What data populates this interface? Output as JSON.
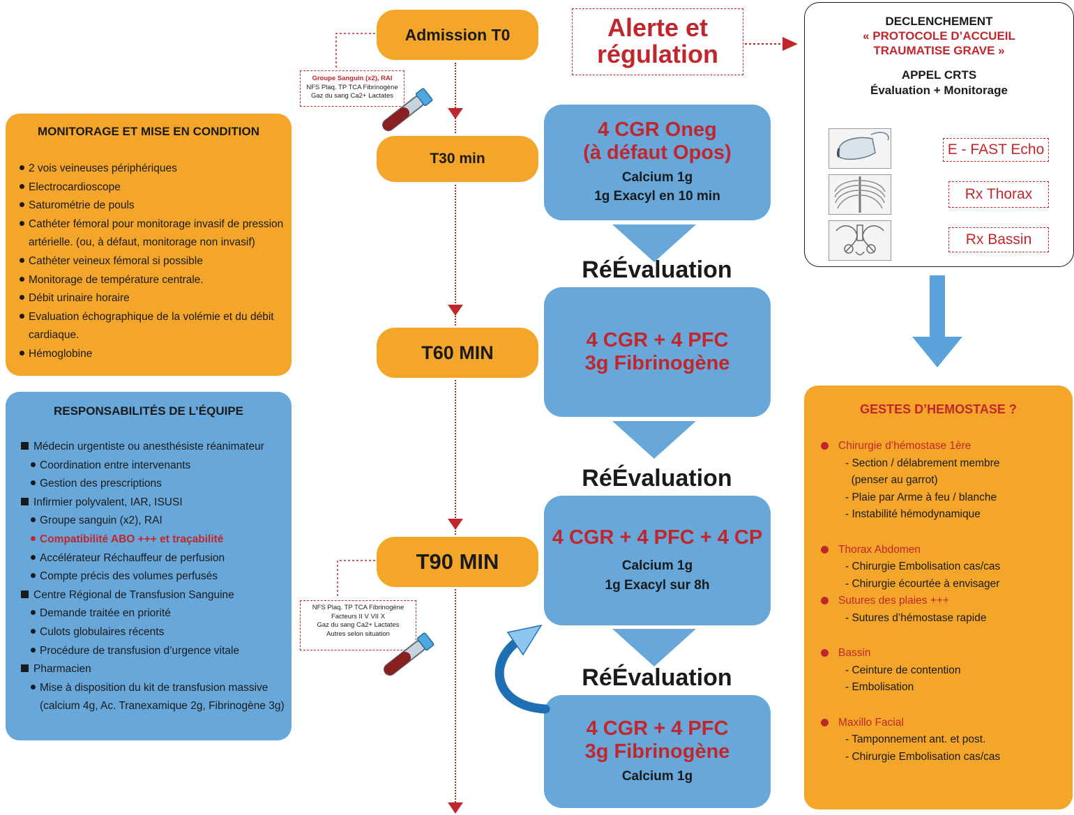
{
  "timeline": {
    "t0": "Admission T0",
    "t30": "T30 min",
    "t60": "T60 MIN",
    "t90": "T90 MIN"
  },
  "lab_notes": {
    "first": {
      "line1": "Groupe Sanguin (x2), RAI",
      "line2": "NFS Plaq. TP TCA Fibrinogène",
      "line3": "Gaz du sang Ca2+ Lactates"
    },
    "second": {
      "line1": "NFS Plaq. TP TCA Fibrinogène",
      "line2": "Facteurs II V VII X",
      "line3": "Gaz du sang Ca2+ Lactates",
      "line4": "Autres selon situation"
    }
  },
  "alert": {
    "line1": "Alerte et",
    "line2": "régulation"
  },
  "steps": [
    {
      "head1": "4 CGR Oneg",
      "head2": "(à défaut Opos)",
      "sub1": "Calcium 1g",
      "sub2": "1g Exacyl en 10 min"
    },
    {
      "head1": "4 CGR + 4 PFC",
      "head2": "3g Fibrinogène"
    },
    {
      "head1": "4 CGR + 4 PFC + 4 CP",
      "sub1": "Calcium 1g",
      "sub2": "1g Exacyl sur 8h"
    },
    {
      "head1": "4 CGR + 4 PFC",
      "head2": "3g Fibrinogène",
      "sub1": "Calcium 1g"
    }
  ],
  "reevaluation": "RéÉvaluation",
  "protocol": {
    "line1": "DECLENCHEMENT",
    "line2": "« PROTOCOLE D’ACCUEIL",
    "line3": "TRAUMATISE GRAVE »",
    "line4": "APPEL CRTS",
    "line5": "Évaluation + Monitorage",
    "exams": [
      "E - FAST Echo",
      "Rx Thorax",
      "Rx Bassin"
    ]
  },
  "monitoring": {
    "title": "MONITORAGE ET MISE EN CONDITION",
    "items": [
      "2 vois veineuses périphériques",
      "Electrocardioscope",
      "Saturométrie de pouls",
      "Cathéter fémoral pour monitorage invasif de pression",
      "artérielle. (ou, à défaut, monitorage non invasif)",
      "Cathéter veineux fémoral si possible",
      "Monitorage de température centrale.",
      "Débit urinaire horaire",
      "Evaluation échographique de la volémie et du débit",
      "cardiaque.",
      "Hémoglobine"
    ]
  },
  "team": {
    "title": "RESPONSABILITÉS DE L’ÉQUIPE",
    "role1": "Médecin urgentiste ou anesthésiste réanimateur",
    "role1_items": [
      "Coordination entre intervenants",
      "Gestion des prescriptions"
    ],
    "role2": "Infirmier polyvalent, IAR,  ISUSI",
    "role2_items": [
      "Groupe sanguin (x2), RAI",
      "Compatibilité ABO +++ et traçabilité",
      "Accélérateur Réchauffeur de perfusion",
      "Compte précis des volumes perfusés"
    ],
    "role3": "Centre Régional de Transfusion Sanguine",
    "role3_items": [
      "Demande traitée en priorité",
      "Culots globulaires récents",
      "Procédure de transfusion d’urgence vitale"
    ],
    "role4": "Pharmacien",
    "role4_item1": "Mise à disposition du kit de transfusion massive",
    "role4_item2": "(calcium 4g, Ac. Tranexamique 2g, Fibrinogène 3g)",
    "highlight_color": "#c0272d"
  },
  "hemostasis": {
    "title": "GESTES D’HEMOSTASE ?",
    "cat1": "Chirurgie d’hémostase 1ère",
    "cat1_items": [
      "- Section / délabrement membre",
      "  (penser au garrot)",
      "- Plaie par Arme à feu / blanche",
      "- Instabilité hémodynamique"
    ],
    "cat2": "Thorax Abdomen",
    "cat2_items": [
      "- Chirurgie Embolisation cas/cas",
      "- Chirurgie écourtée à envisager"
    ],
    "cat3": "Sutures des plaies +++",
    "cat3_items": [
      "- Sutures d’hémostase rapide"
    ],
    "cat4": "Bassin",
    "cat4_items": [
      "- Ceinture de contention",
      "- Embolisation"
    ],
    "cat5": "Maxillo Facial",
    "cat5_items": [
      "- Tamponnement ant. et post.",
      "- Chirurgie Embolisation cas/cas"
    ]
  },
  "colors": {
    "orange": "#f4a62a",
    "blue": "#68a7da",
    "red": "#c0272d",
    "arrow_blue": "#5aa3dc"
  }
}
